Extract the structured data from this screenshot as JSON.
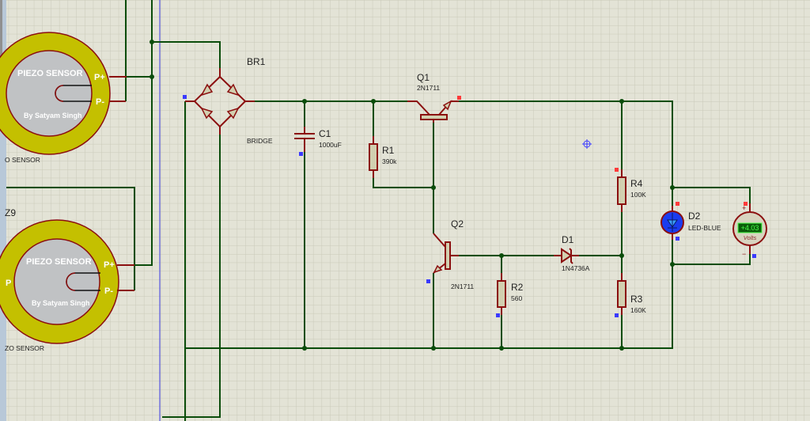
{
  "sensors": [
    {
      "title": "PIEZO SENSOR",
      "author": "By Satyam Singh",
      "pin_pos": "P+",
      "pin_neg": "P-",
      "caption": "O SENSOR"
    },
    {
      "title": "PIEZO SENSOR",
      "author": "By Satyam Singh",
      "pin_pos": "P+",
      "pin_neg": "P-",
      "caption": "ZO SENSOR",
      "ref": "Z9",
      "side_pin": "P"
    }
  ],
  "components": {
    "br1": {
      "ref": "BR1",
      "value": "BRIDGE"
    },
    "c1": {
      "ref": "C1",
      "value": "1000uF"
    },
    "r1": {
      "ref": "R1",
      "value": "390k"
    },
    "q1": {
      "ref": "Q1",
      "value": "2N1711"
    },
    "q2": {
      "ref": "Q2",
      "value": "2N1711"
    },
    "r2": {
      "ref": "R2",
      "value": "560"
    },
    "d1": {
      "ref": "D1",
      "value": "1N4736A"
    },
    "r4": {
      "ref": "R4",
      "value": "100K"
    },
    "r3": {
      "ref": "R3",
      "value": "160K"
    },
    "d2": {
      "ref": "D2",
      "value": "LED-BLUE"
    },
    "voltmeter": {
      "reading": "+4.03",
      "unit": "Volts",
      "plus": "+",
      "minus": "−"
    }
  },
  "colors": {
    "wire": "#0b4d0b",
    "pin": "#8b0f0f",
    "sensor_ring": "#c4c000",
    "sensor_face": "#c0c2c4",
    "led": "#1a3cf0",
    "display": "#0a5c0a",
    "display_text": "#4cff4c",
    "grid_bg": "#e3e3d6"
  }
}
